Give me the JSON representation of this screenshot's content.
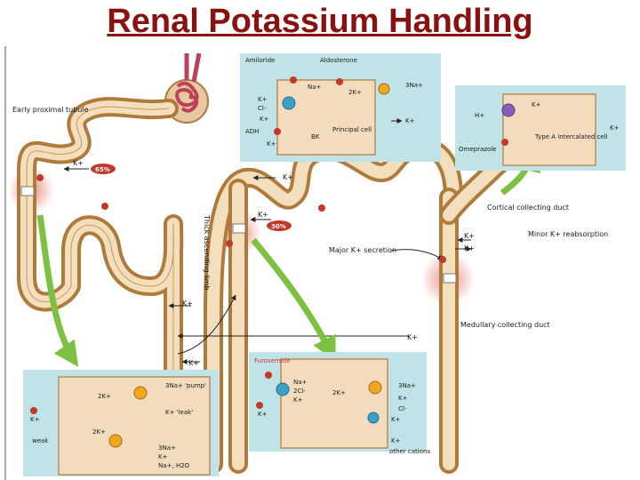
{
  "title": "Renal Potassium Handling",
  "colors": {
    "title": "#8b1010",
    "tube_wall": "#b07a3b",
    "tube_lumen": "#f3dfbd",
    "panel_bg": "#bfe3e6",
    "pump_orange": "#f0a820",
    "channel_blue": "#3aa0c8",
    "proton_pump_purple": "#8e5bb5",
    "green_arrow": "#7dc142",
    "inhibit_red": "#c0392b"
  },
  "nephron": {
    "early_proximal_tubule": "Early proximal tubule",
    "pct_65": "65%",
    "pct_30": "30%",
    "k_plus": "K+",
    "thick_ascending_limb": "Thick ascending limb",
    "cortical_collecting_duct": "Cortical collecting duct",
    "minor_k_reabsorption": "Minor K+ reabsorption",
    "major_k_secretion": "Major K+ secretion",
    "medullary_collecting_duct": "Medullary collecting duct"
  },
  "principal_cell_panel": {
    "amiloride": "Amiloride",
    "aldosterone": "Aldosterone",
    "na": "Na+",
    "three_na": "3Na+",
    "two_k": "2K+",
    "k": "K+",
    "cl": "Cl-",
    "adh": "ADH",
    "bk": "BK",
    "cell_name": "Principal cell"
  },
  "intercalated_panel": {
    "h": "H+",
    "k": "K+",
    "cell_name": "Type A intercalated cell",
    "omeprazole": "Omeprazole"
  },
  "proximal_panel": {
    "two_k": "2K+",
    "three_na_pump": "3Na+ 'pump'",
    "k_leak": "K+ 'leak'",
    "k": "K+",
    "weak": "weak",
    "two_k_b": "2K+",
    "three_na": "3Na+",
    "k2": "K+",
    "na_h2o": "Na+, H2O"
  },
  "tal_panel": {
    "furosemide": "Furosemide",
    "na": "Na+",
    "two_cl": "2Cl-",
    "k": "K+",
    "two_k": "2K+",
    "three_na": "3Na+",
    "k2": "K+",
    "cl": "Cl-",
    "k3": "K+",
    "k4": "K+",
    "k_other": "K+",
    "other_cations": "other cations"
  }
}
